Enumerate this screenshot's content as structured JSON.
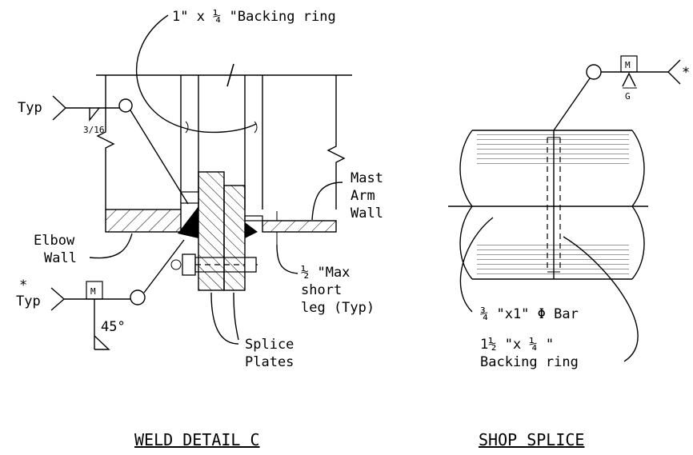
{
  "weld_detail": {
    "title": "WELD DETAIL C",
    "backing_ring": "1\" x ¼ \"Backing ring",
    "typ_top": "Typ",
    "fillet_size": "3/16",
    "mast_arm_wall": [
      "Mast",
      "Arm",
      "Wall"
    ],
    "elbow_wall": [
      "Elbow",
      "Wall"
    ],
    "max_leg": [
      "½ \"Max",
      "short",
      "leg (Typ)"
    ],
    "typ_bottom": "Typ",
    "asterisk": "*",
    "m_symbol": "M",
    "angle": "45°",
    "splice_plates": [
      "Splice",
      "Plates"
    ]
  },
  "shop_splice": {
    "title": "SHOP SPLICE",
    "m_symbol": "M",
    "g_symbol": "G",
    "asterisk": "*",
    "bar": "¾ \"x1\" Φ Bar",
    "backing_ring": [
      "1½ \"x ¼ \"",
      "Backing ring"
    ]
  }
}
